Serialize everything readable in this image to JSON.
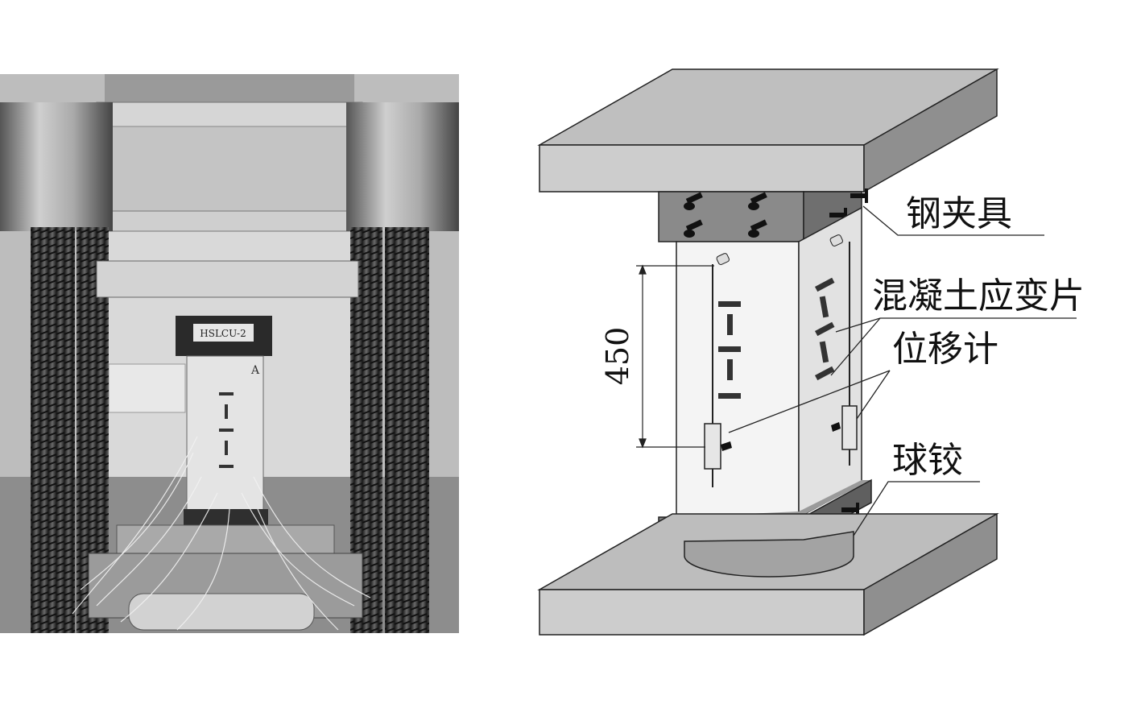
{
  "photo": {
    "specimen_tag": "HSLCU-2",
    "face_mark": "A"
  },
  "diagram": {
    "labels": {
      "steel_clamp": "钢夹具",
      "concrete_strain_gauge": "混凝土应变片",
      "displacement_meter": "位移计",
      "ball_hinge": "球铰"
    },
    "dimension": "450"
  }
}
